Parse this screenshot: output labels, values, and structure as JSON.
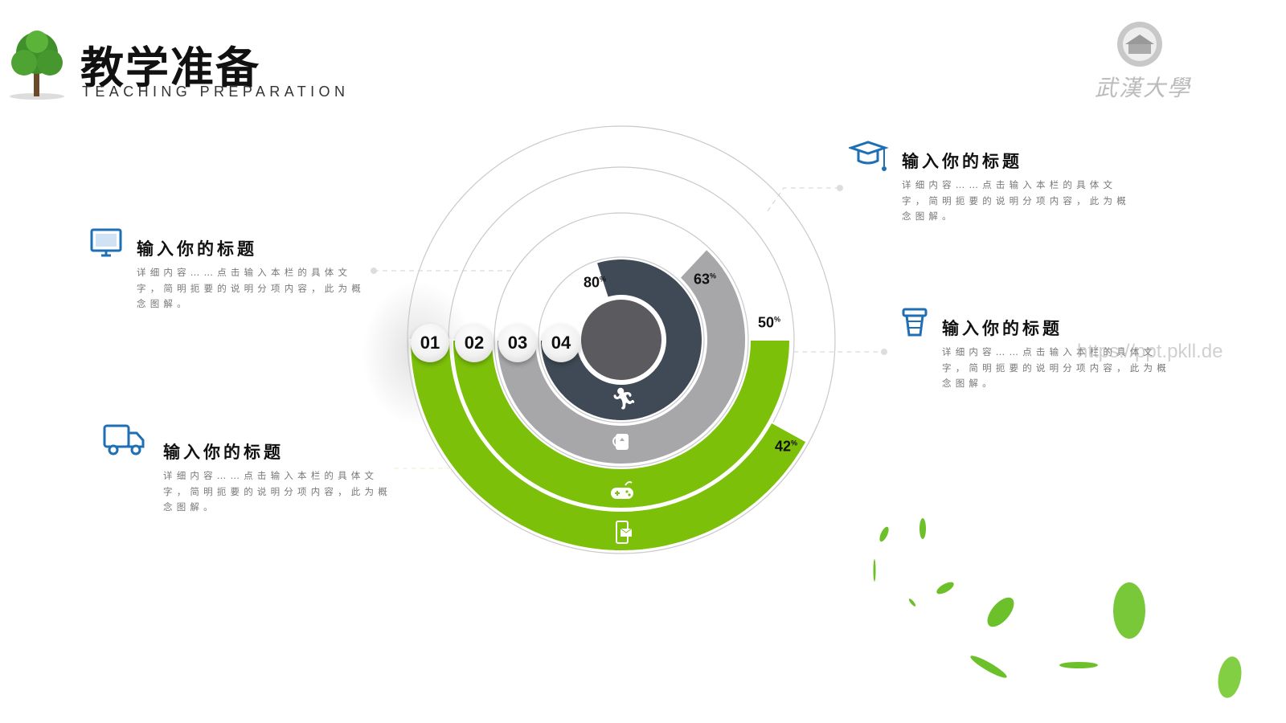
{
  "header": {
    "title": "教学准备",
    "subtitle": "TEACHING PREPARATION"
  },
  "logo": {
    "text": "武漢大學",
    "icon": "university-seal-icon"
  },
  "watermark": "https://ppt.pkll.de",
  "colors": {
    "green": "#7cc00a",
    "dark": "#3f4a56",
    "gray": "#a7a6a9",
    "center": "#5b5a5e",
    "icon_blue": "#1f6fb5"
  },
  "rings": [
    {
      "badge": "01",
      "percent": 42,
      "label": "42",
      "color": "#7cc00a",
      "icon": "phone-mail-icon"
    },
    {
      "badge": "02",
      "percent": 50,
      "label": "50",
      "color": "#7cc00a",
      "icon": "gamepad-icon"
    },
    {
      "badge": "03",
      "percent": 63,
      "label": "63",
      "color": "#a7a6a9",
      "icon": "mug-icon"
    },
    {
      "badge": "04",
      "percent": 80,
      "label": "80",
      "color": "#3f4a56",
      "icon": "runner-icon"
    }
  ],
  "percent_sign": "%",
  "blocks": [
    {
      "icon": "monitor-icon",
      "title": "输入你的标题",
      "text": "详细内容……点击输入本栏的具体文字，简明扼要的说明分项内容，此为概念图解。"
    },
    {
      "icon": "truck-icon",
      "title": "输入你的标题",
      "text": "详细内容……点击输入本栏的具体文字，简明扼要的说明分项内容，此为概念图解。"
    },
    {
      "icon": "graduation-cap-icon",
      "title": "输入你的标题",
      "text": "详细内容……点击输入本栏的具体文字，简明扼要的说明分项内容，此为概念图解。"
    },
    {
      "icon": "cup-icon",
      "title": "输入你的标题",
      "text": "详细内容……点击输入本栏的具体文字，简明扼要的说明分项内容，此为概念图解。"
    }
  ]
}
